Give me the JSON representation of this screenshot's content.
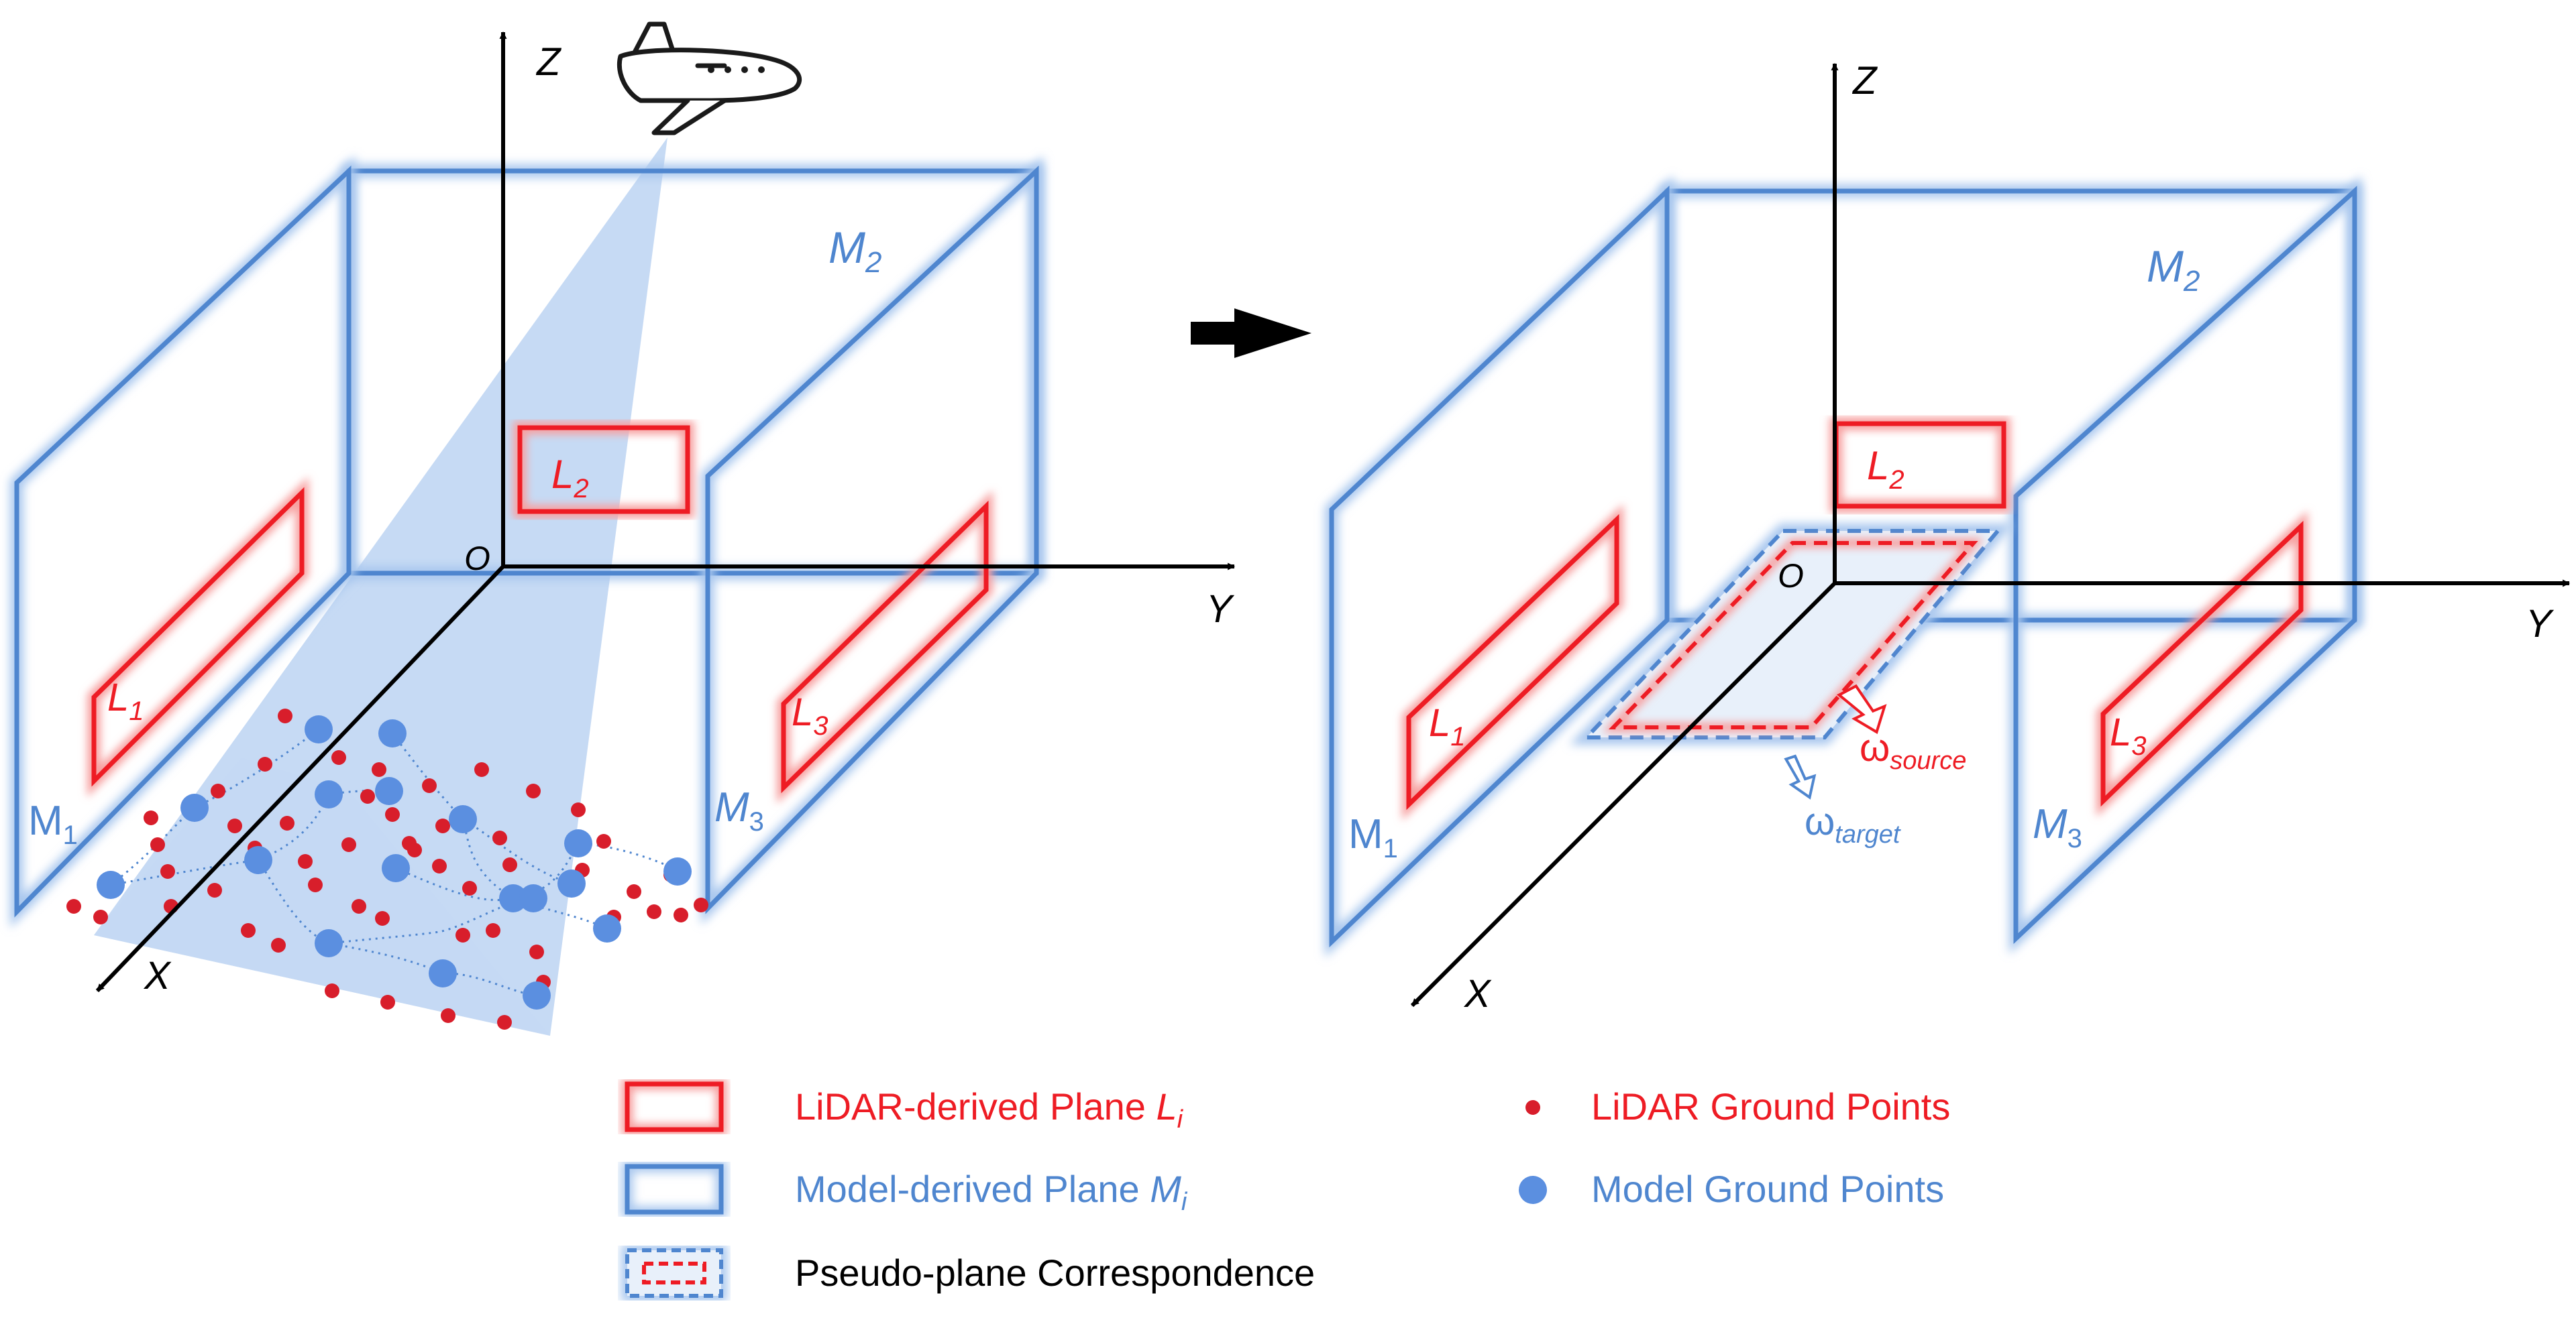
{
  "colors": {
    "model_blue": "#4f86cf",
    "model_glow": "#a9c7ee",
    "lidar_red": "#ee1c24",
    "lidar_glow": "#f7a0a0",
    "dot_red": "#d81e2b",
    "dot_blue": "#5b8fe0",
    "fov_fill": "#b3cdf0",
    "axis": "#000000",
    "pseudo_text": "#000000"
  },
  "left_panel": {
    "axes": {
      "x": "X",
      "y": "Y",
      "z": "Z",
      "origin": "O"
    },
    "planes": {
      "m1": {
        "base": "M",
        "sub": "1"
      },
      "m2": {
        "base": "M",
        "sub": "2"
      },
      "m3": {
        "base": "M",
        "sub": "3"
      },
      "l1": {
        "base": "L",
        "sub": "1"
      },
      "l2": {
        "base": "L",
        "sub": "2"
      },
      "l3": {
        "base": "L",
        "sub": "3"
      }
    },
    "icons": [
      "airplane-icon"
    ]
  },
  "transition": {
    "icon": "right-arrow-icon"
  },
  "right_panel": {
    "axes": {
      "x": "X",
      "y": "Y",
      "z": "Z",
      "origin": "O"
    },
    "planes": {
      "m1": {
        "base": "M",
        "sub": "1"
      },
      "m2": {
        "base": "M",
        "sub": "2"
      },
      "m3": {
        "base": "M",
        "sub": "3"
      },
      "l1": {
        "base": "L",
        "sub": "1"
      },
      "l2": {
        "base": "L",
        "sub": "2"
      },
      "l3": {
        "base": "L",
        "sub": "3"
      }
    },
    "omega_source": {
      "base": "ω",
      "sub": "source"
    },
    "omega_target": {
      "base": "ω",
      "sub": "target"
    }
  },
  "legend": {
    "lidar_plane": {
      "text": "LiDAR-derived Plane ",
      "var": "L",
      "sub": "i"
    },
    "model_plane": {
      "text": "Model-derived Plane ",
      "var": "M",
      "sub": "i"
    },
    "pseudo_plane": {
      "text": "Pseudo-plane Correspondence"
    },
    "lidar_points": {
      "text": "LiDAR Ground Points"
    },
    "model_points": {
      "text": "Model Ground Points"
    }
  }
}
